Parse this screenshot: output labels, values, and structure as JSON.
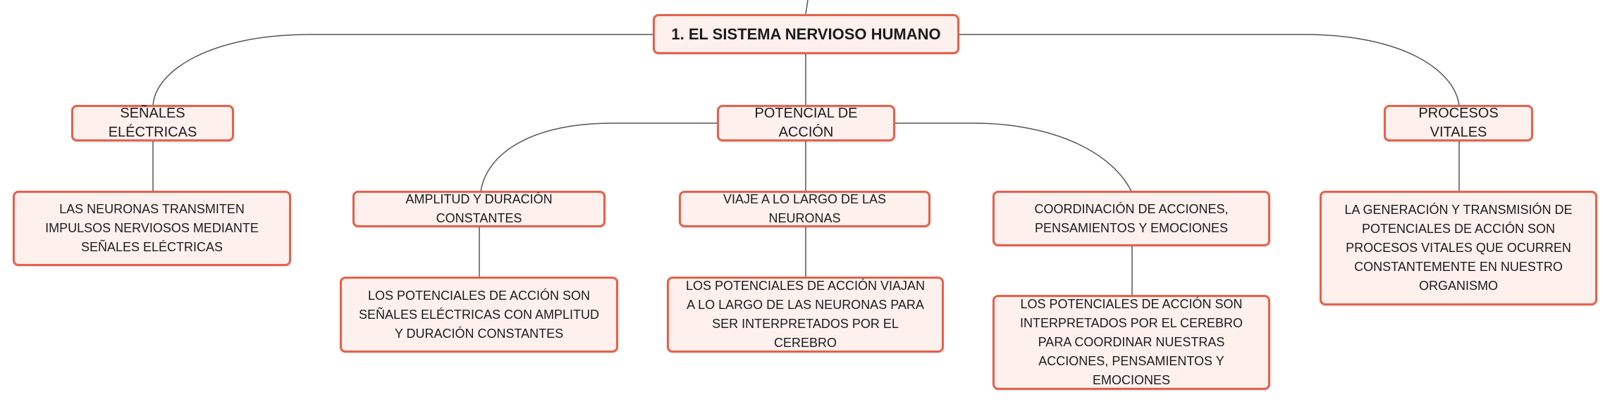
{
  "map": {
    "root": "1. EL SISTEMA NERVIOSO HUMANO",
    "branch_electric": "SEÑALES ELÉCTRICAS",
    "branch_action": "POTENCIAL DE ACCIÓN",
    "branch_vital": "PROCESOS VITALES",
    "electric_detail": "LAS NEURONAS TRANSMITEN IMPULSOS NERVIOSOS MEDIANTE SEÑALES ELÉCTRICAS",
    "amplitude": "AMPLITUD Y DURACIÓN CONSTANTES",
    "amplitude_detail": "LOS POTENCIALES DE ACCIÓN SON SEÑALES ELÉCTRICAS CON AMPLITUD Y DURACIÓN CONSTANTES",
    "travel": "VIAJE A LO LARGO DE LAS NEURONAS",
    "travel_detail": "LOS POTENCIALES DE ACCIÓN VIAJAN A LO LARGO DE LAS NEURONAS PARA SER INTERPRETADOS POR EL CEREBRO",
    "coordination": "COORDINACIÓN DE ACCIONES, PENSAMIENTOS Y EMOCIONES",
    "coordination_detail": "LOS POTENCIALES DE ACCIÓN SON INTERPRETADOS POR EL CEREBRO PARA COORDINAR NUESTRAS ACCIONES, PENSAMIENTOS Y EMOCIONES",
    "vital_detail": "LA GENERACIÓN Y TRANSMISIÓN DE POTENCIALES DE ACCIÓN SON PROCESOS VITALES QUE OCURREN CONSTANTEMENTE EN NUESTRO ORGANISMO"
  },
  "colors": {
    "node_border": "#e8604a",
    "node_fill": "#fdf0ed",
    "connector": "#555555"
  }
}
